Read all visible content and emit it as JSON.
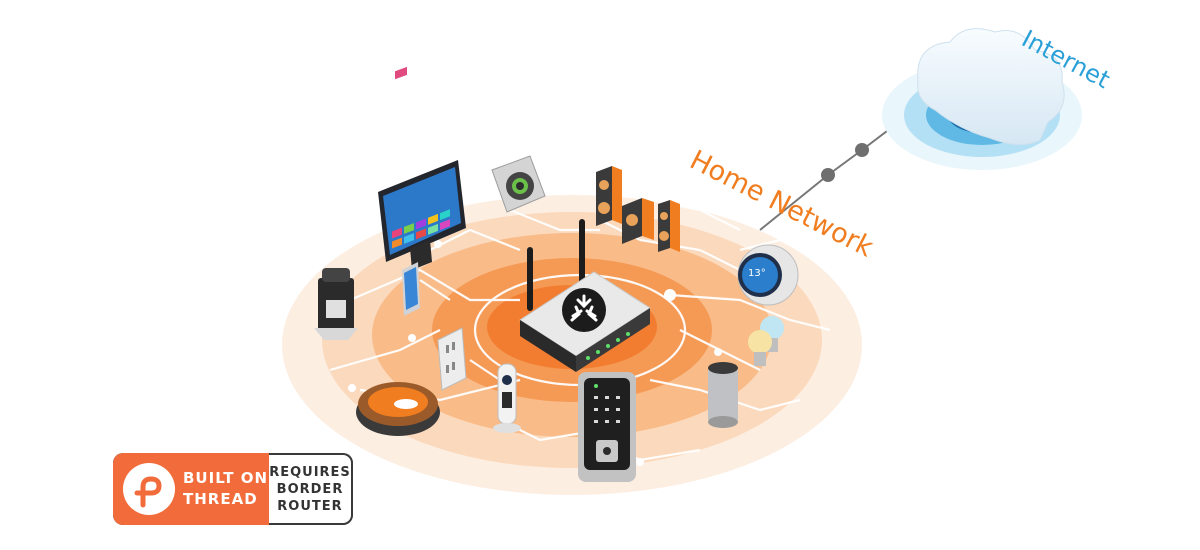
{
  "labels": {
    "home_network": "Home Network",
    "internet": "Internet"
  },
  "badge": {
    "left_line1": "BUILT ON",
    "left_line2": "THREAD",
    "right_line1": "REQUIRES",
    "right_line2": "BORDER",
    "right_line3": "ROUTER"
  },
  "display": {
    "temperature": "13°"
  },
  "devices": [
    "router",
    "smart-tv",
    "thermostat",
    "speakers",
    "smart-display",
    "smart-bulbs",
    "smart-speaker",
    "door-lock",
    "camera",
    "outlet",
    "phone",
    "coffee-maker",
    "robot-vacuum"
  ],
  "colors": {
    "accent_orange": "#f07d1f",
    "internet_blue": "#2a9fd8",
    "badge_orange": "#f26b3a"
  },
  "icons": {
    "router_logo": "matter-logo-icon",
    "badge_logo": "thread-logo-icon",
    "cloud": "cloud-icon"
  }
}
